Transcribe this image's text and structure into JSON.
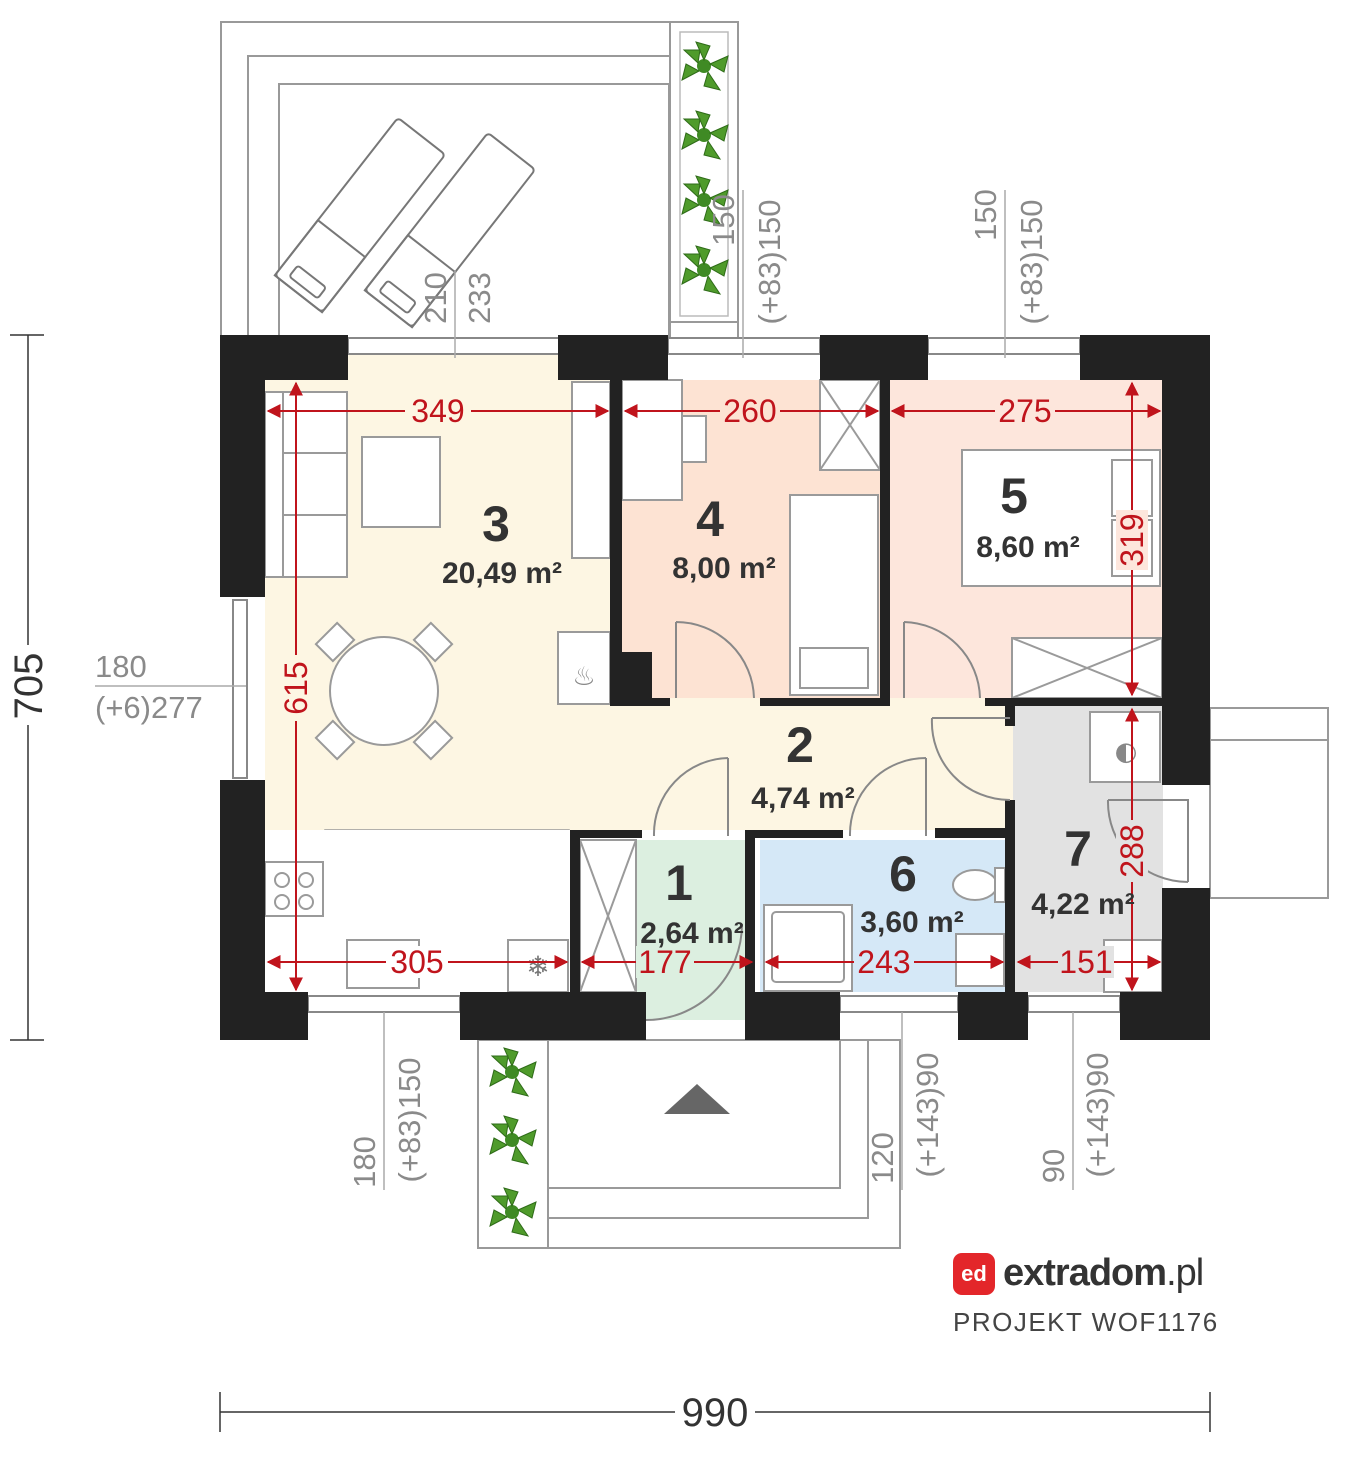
{
  "rooms": [
    {
      "number": "1",
      "area": "2,64 m²"
    },
    {
      "number": "2",
      "area": "4,74 m²"
    },
    {
      "number": "3",
      "area": "20,49 m²"
    },
    {
      "number": "4",
      "area": "8,00 m²"
    },
    {
      "number": "5",
      "area": "8,60 m²"
    },
    {
      "number": "6",
      "area": "3,60 m²"
    },
    {
      "number": "7",
      "area": "4,22 m²"
    }
  ],
  "room_colors": {
    "living": "#fdf6e3",
    "bedroom4": "#fde3d3",
    "bedroom5": "#fde6dc",
    "hall": "#fdf6e3",
    "vestibule": "#dcefe0",
    "bathroom": "#d5e8f7",
    "utility": "#e2e2e2",
    "kitchen": "#e6e1f2",
    "walls": "#222222"
  },
  "dimensions": {
    "inner": [
      "349",
      "260",
      "275",
      "615",
      "319",
      "305",
      "177",
      "243",
      "151",
      "288"
    ],
    "overall_width": "990",
    "overall_height": "705",
    "windows": {
      "left_a": "180",
      "left_b": "(+6)277",
      "terrace_a": "210",
      "terrace_b": "233",
      "top_mid_a": "150",
      "top_mid_b": "(+83)150",
      "top_right_a": "150",
      "top_right_b": "(+83)150",
      "bottom_left_a": "180",
      "bottom_left_b": "(+83)150",
      "bottom_mid_a": "120",
      "bottom_mid_b": "(+143)90",
      "bottom_right_a": "90",
      "bottom_right_b": "(+143)90"
    }
  },
  "brand": {
    "badge": "ed",
    "name": "extradom",
    "tld": ".pl",
    "project": "PROJEKT WOF1176"
  }
}
